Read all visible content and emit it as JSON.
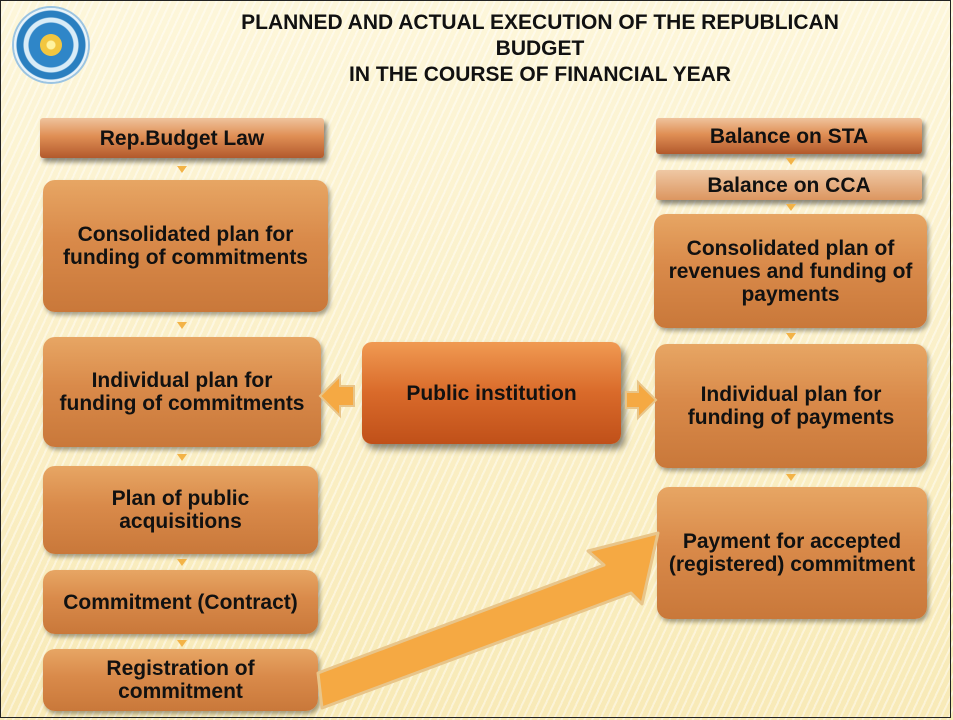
{
  "title": {
    "line1": "PLANNED AND ACTUAL EXECUTION OF THE REPUBLICAN",
    "line2": "BUDGET",
    "line3": "IN THE COURSE OF FINANCIAL YEAR"
  },
  "left": {
    "law": "Rep.Budget Law",
    "consolidated": "Consolidated plan for funding of commitments",
    "individual": "Individual plan for funding of commitments",
    "acquisitions": "Plan of public acquisitions",
    "commitment": "Commitment (Contract)",
    "registration": "Registration of commitment"
  },
  "center": {
    "institution": "Public institution"
  },
  "right": {
    "sta": "Balance on STA",
    "cca": "Balance on CCA",
    "consolidated": "Consolidated plan of revenues and funding of payments",
    "individual": "Individual plan for funding of payments",
    "payment": "Payment for accepted (registered) commitment"
  },
  "colors": {
    "box": "#d98a4a",
    "flat_box": "#e08f55",
    "center_box": "#d96a2a",
    "arrow": "#f5a943",
    "arrow_outline": "#e8c58a"
  }
}
